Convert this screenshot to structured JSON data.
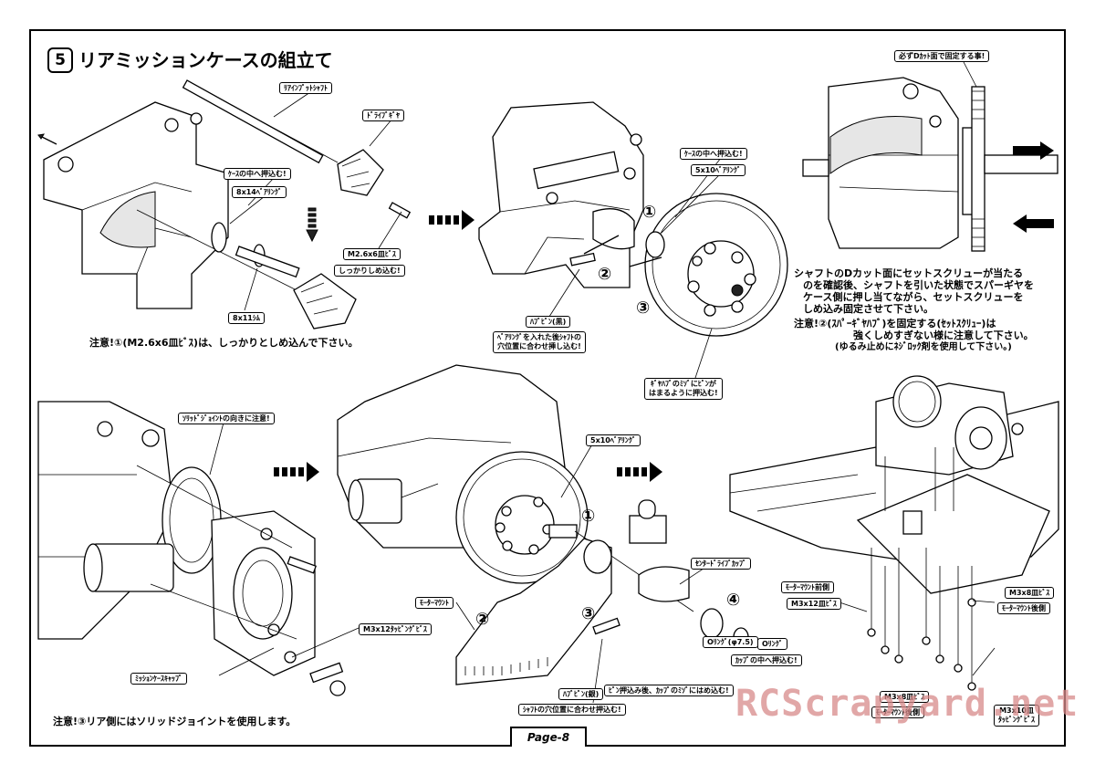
{
  "title": {
    "number": "5",
    "text": "リアミッションケースの組立て"
  },
  "labels": {
    "rear_input_shaft": "ﾘｱｲﾝﾌﾟｯﾄｼｬﾌﾄ",
    "drive_gear": "ﾄﾞﾗｲﾌﾞｷﾞﾔ",
    "press_into_case_1": "ｹｰｽの中へ押込む!",
    "bearing_8x14": "8x14ﾍﾞｱﾘﾝｸﾞ",
    "screw_m26": "M2.6x6皿ﾋﾞｽ",
    "tighten_firmly": "しっかりしめ込む!",
    "shim_8x11": "8x11ｼﾑ",
    "press_into_case_2": "ｹｰｽの中へ押込む!",
    "bearing_5x10_a": "5x10ﾍﾞｱﾘﾝｸﾞ",
    "hub_pin_black": "ﾊﾌﾞﾋﾟﾝ(黒)",
    "bearing_insert_note": "ﾍﾞｱﾘﾝｸﾞを入れた後ｼｬﾌﾄの\n穴位置に合わせ挿し込む!",
    "gear_hub_note": "ｷﾞﾔﾊﾌﾞのﾐｿﾞにﾋﾟﾝが\nはまるように押込む!",
    "d_cut_fix": "必ずDｶｯﾄ面で固定する事!",
    "solid_joint_direction": "ｿﾘｯﾄﾞｼﾞｮｲﾝﾄの向きに注意!",
    "bearing_5x10_b": "5x10ﾍﾞｱﾘﾝｸﾞ",
    "center_drive_cup": "ｾﾝﾀｰﾄﾞﾗｲﾌﾞｶｯﾌﾟ",
    "motor_mount": "ﾓｰﾀｰﾏｳﾝﾄ",
    "o_ring": "Oﾘﾝｸﾞ",
    "o_ring_size": "Oﾘﾝｸﾞ(φ7.5)",
    "into_cup": "ｶｯﾌﾟの中へ押込む!",
    "pin_note": "ﾋﾟﾝ押込み後、ｶｯﾌﾟのﾐｿﾞにはめ込む!",
    "hub_pin_silver": "ﾊﾌﾞﾋﾟﾝ(銀)",
    "shaft_hole_note": "ｼｬﾌﾄの穴位置に合わせ押込む!",
    "m3x12_tapping": "M3x12ﾀｯﾋﾟﾝｸﾞﾋﾞｽ",
    "mission_case_cap": "ﾐｯｼｮﾝｹｰｽｷｬｯﾌﾟ",
    "motor_mount_front": "ﾓｰﾀｰﾏｳﾝﾄ前側",
    "m3x12_flat": "M3x12皿ﾋﾞｽ",
    "m3x8_screw": "M3x8皿ﾋﾞｽ",
    "motor_mount_rear": "ﾓｰﾀｰﾏｳﾝﾄ後側",
    "m3x8_flat_b": "M3x8皿ﾋﾞｽ",
    "motor_mount_rear_b": "ﾓｰﾀｰﾏｳﾝﾄ後側",
    "m3x10_flat_tapping": "M3x10皿\nﾀｯﾋﾟﾝｸﾞﾋﾞｽ"
  },
  "step_numbers": [
    "①",
    "②",
    "③",
    "①",
    "②",
    "③",
    "④"
  ],
  "notes": {
    "note1": "注意!①(M2.6x6皿ﾋﾞｽ)は、しっかりとしめ込んで下さい。",
    "note3": "注意!③リア側にはソリッドジョイントを使用します。",
    "right_para": [
      "シャフトのDカット面にセットスクリューが当たる",
      "のを確認後、シャフトを引いた状態でスパーギヤを",
      "ケース側に押し当てながら、セットスクリューを",
      "しめ込み固定させて下さい。"
    ],
    "note2": [
      "注意!②(ｽﾊﾟｰｷﾞﾔﾊﾌﾞ)を固定する(ｾｯﾄｽｸﾘｭｰ)は",
      "強くしめすぎない様に注意して下さい。",
      "(ゆるみ止めにﾈｼﾞﾛｯｸ剤を使用して下さい。)"
    ]
  },
  "page_label": "Page-8",
  "watermark": "RCScrapyard.net"
}
